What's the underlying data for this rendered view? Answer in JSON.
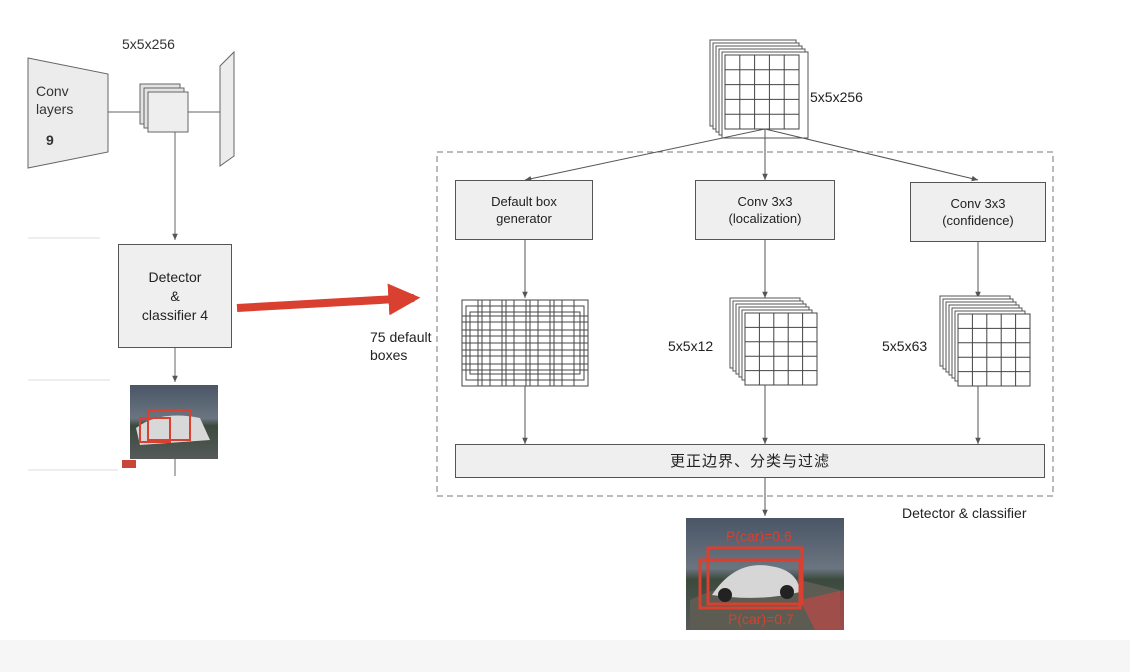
{
  "left_panel": {
    "conv_label": "Conv\nlayers",
    "conv_number": "9",
    "tensor_label": "5x5x256",
    "detector_label": "Detector\n&\nclassifier 4"
  },
  "right_panel": {
    "input_tensor_label": "5x5x256",
    "boxes": {
      "default_box": "Default box\ngenerator",
      "conv_loc": "Conv 3x3\n(localization)",
      "conv_conf": "Conv 3x3\n(confidence)"
    },
    "default_boxes_label": "75 default\nboxes",
    "loc_output_label": "5x5x12",
    "conf_output_label": "5x5x63",
    "merge_label": "更正边界、分类与过滤",
    "container_label": "Detector & classifier",
    "detections": [
      "P(car)=0.6",
      "P(car)=0.7"
    ]
  },
  "colors": {
    "arrow": "#d9402f",
    "detection_box": "#d9402f",
    "box_fill": "#efefef",
    "stroke": "#555555"
  }
}
